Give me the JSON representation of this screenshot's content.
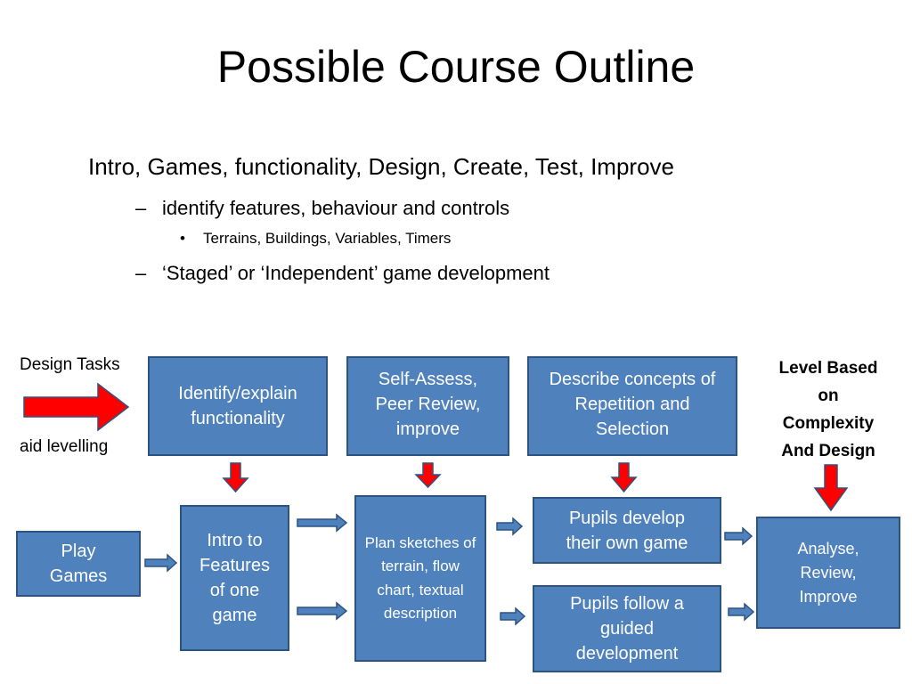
{
  "title": "Possible Course Outline",
  "bullets": {
    "level1": "Intro, Games, functionality, Design, Create, Test, Improve",
    "level2_a": "identify features, behaviour and controls",
    "level3": "Terrains, Buildings, Variables, Timers",
    "level2_b": "‘Staged’ or ‘Independent’ game development",
    "dash_glyph": "–",
    "dot_glyph": "•"
  },
  "labels": {
    "design_tasks": "Design Tasks",
    "aid_levelling": "aid levelling",
    "level_based_line1": "Level Based",
    "level_based_line2": "on",
    "level_based_line3": "Complexity",
    "level_based_line4": "And Design"
  },
  "boxes": {
    "identify": "Identify/explain functionality",
    "self_assess": "Self-Assess, Peer Review, improve",
    "describe": "Describe concepts of Repetition and Selection",
    "play_games": "Play Games",
    "intro_features": "Intro to Features of one game",
    "plan_sketches": "Plan sketches of terrain, flow chart, textual description",
    "pupils_develop": "Pupils develop their own game",
    "pupils_follow": "Pupils follow a guided development",
    "analyse": "Analyse, Review, Improve"
  },
  "colors": {
    "box_fill": "#4f81bd",
    "box_border": "#2c5483",
    "red_arrow": "#ff0000",
    "blue_arrow": "#4f81bd"
  }
}
